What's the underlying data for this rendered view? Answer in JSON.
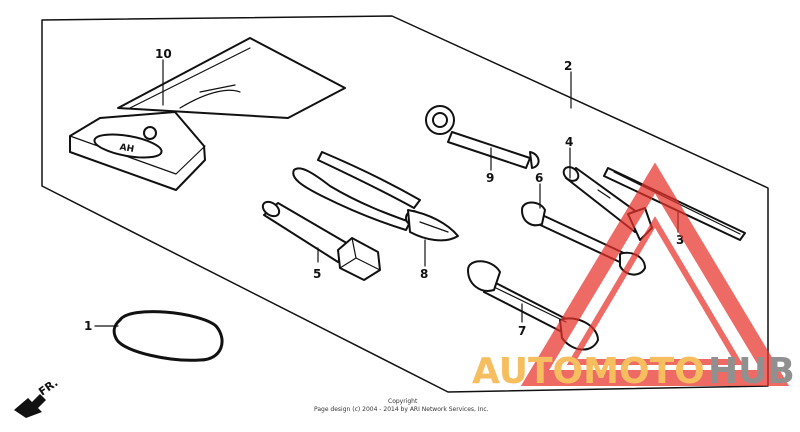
{
  "callouts": {
    "c1": "1",
    "c2": "2",
    "c3": "3",
    "c4": "4",
    "c5": "5",
    "c6": "6",
    "c7": "7",
    "c8": "8",
    "c9": "9",
    "c10": "10"
  },
  "pouch_logo": "AH",
  "direction_label": "FR.",
  "copyright": {
    "line1": "Copyright",
    "line2": "Page design (c) 2004 - 2014 by ARI Network Services, Inc."
  },
  "watermark": {
    "text_orange": "AUTOMOTO",
    "text_gray": "HUB",
    "color_red": "#e8322b",
    "color_orange": "#f5a623",
    "color_gray": "#666666"
  }
}
